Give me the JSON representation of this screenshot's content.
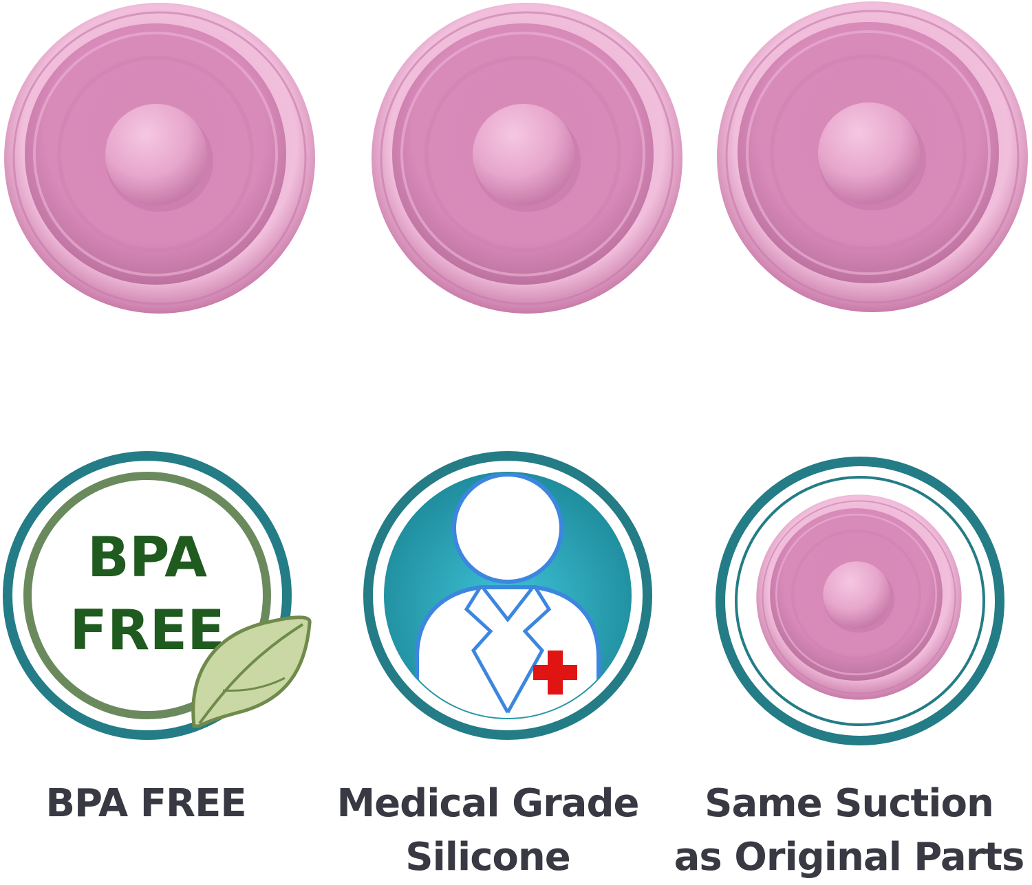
{
  "products": [
    {
      "icon": "pink-silicone-membrane"
    },
    {
      "icon": "pink-silicone-membrane"
    },
    {
      "icon": "pink-silicone-membrane"
    }
  ],
  "badges": [
    {
      "icon": "bpa-free-leaf-badge",
      "badge_text_line1": "BPA",
      "badge_text_line2": "FREE",
      "caption_lines": [
        "BPA FREE"
      ]
    },
    {
      "icon": "doctor-badge",
      "caption_lines": [
        "Medical Grade",
        "Silicone"
      ]
    },
    {
      "icon": "membrane-suction-badge",
      "caption_lines": [
        "Same Suction",
        "as Original Parts"
      ]
    }
  ],
  "colors": {
    "teal_ring": "#237c86",
    "leaf_green": "#6a8a5e",
    "badge_text_green": "#1f5a1f",
    "pink": "#d88ab9",
    "caption": "#393944",
    "red_cross": "#e11414"
  }
}
